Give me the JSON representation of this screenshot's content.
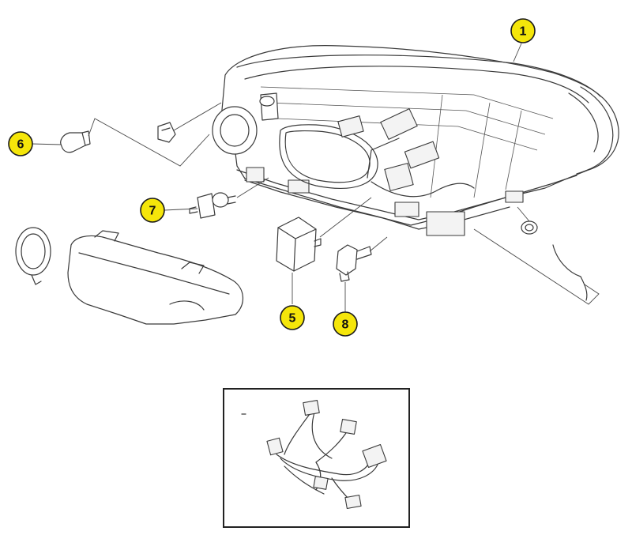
{
  "callouts": [
    {
      "id": "1",
      "label": "1"
    },
    {
      "id": "5",
      "label": "5"
    },
    {
      "id": "6",
      "label": "6"
    },
    {
      "id": "7",
      "label": "7"
    },
    {
      "id": "8",
      "label": "8"
    }
  ],
  "colors": {
    "callout_fill": "#f5e60a",
    "line_art": "#3a3a3a",
    "background": "#ffffff"
  }
}
